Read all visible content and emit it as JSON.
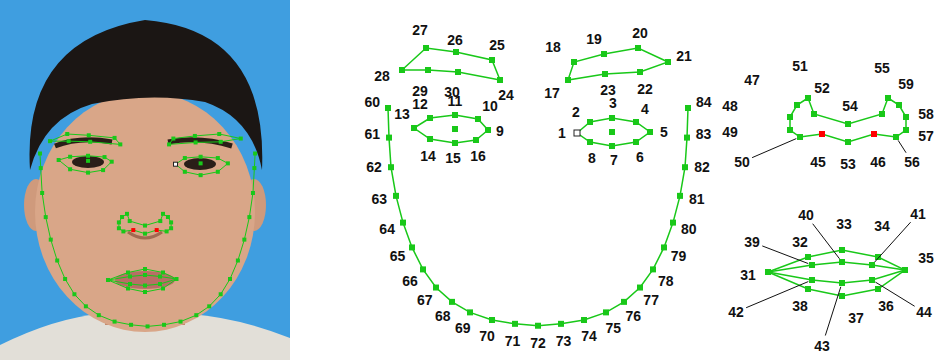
{
  "diagram": {
    "labels": [
      "1",
      "2",
      "3",
      "4",
      "5",
      "6",
      "7",
      "8",
      "9",
      "10",
      "11",
      "12",
      "13",
      "14",
      "15",
      "16",
      "17",
      "18",
      "19",
      "20",
      "21",
      "22",
      "23",
      "24",
      "25",
      "26",
      "27",
      "28",
      "29",
      "30",
      "31",
      "32",
      "33",
      "34",
      "35",
      "36",
      "37",
      "38",
      "39",
      "40",
      "41",
      "42",
      "43",
      "44",
      "45",
      "46",
      "47",
      "48",
      "49",
      "50",
      "51",
      "52",
      "53",
      "54",
      "55",
      "56",
      "57",
      "58",
      "59",
      "60",
      "61",
      "62",
      "63",
      "64",
      "65",
      "66",
      "67",
      "68",
      "69",
      "70",
      "71",
      "72",
      "73",
      "74",
      "75",
      "76",
      "77",
      "78",
      "79",
      "80",
      "81",
      "82",
      "83",
      "84"
    ]
  }
}
